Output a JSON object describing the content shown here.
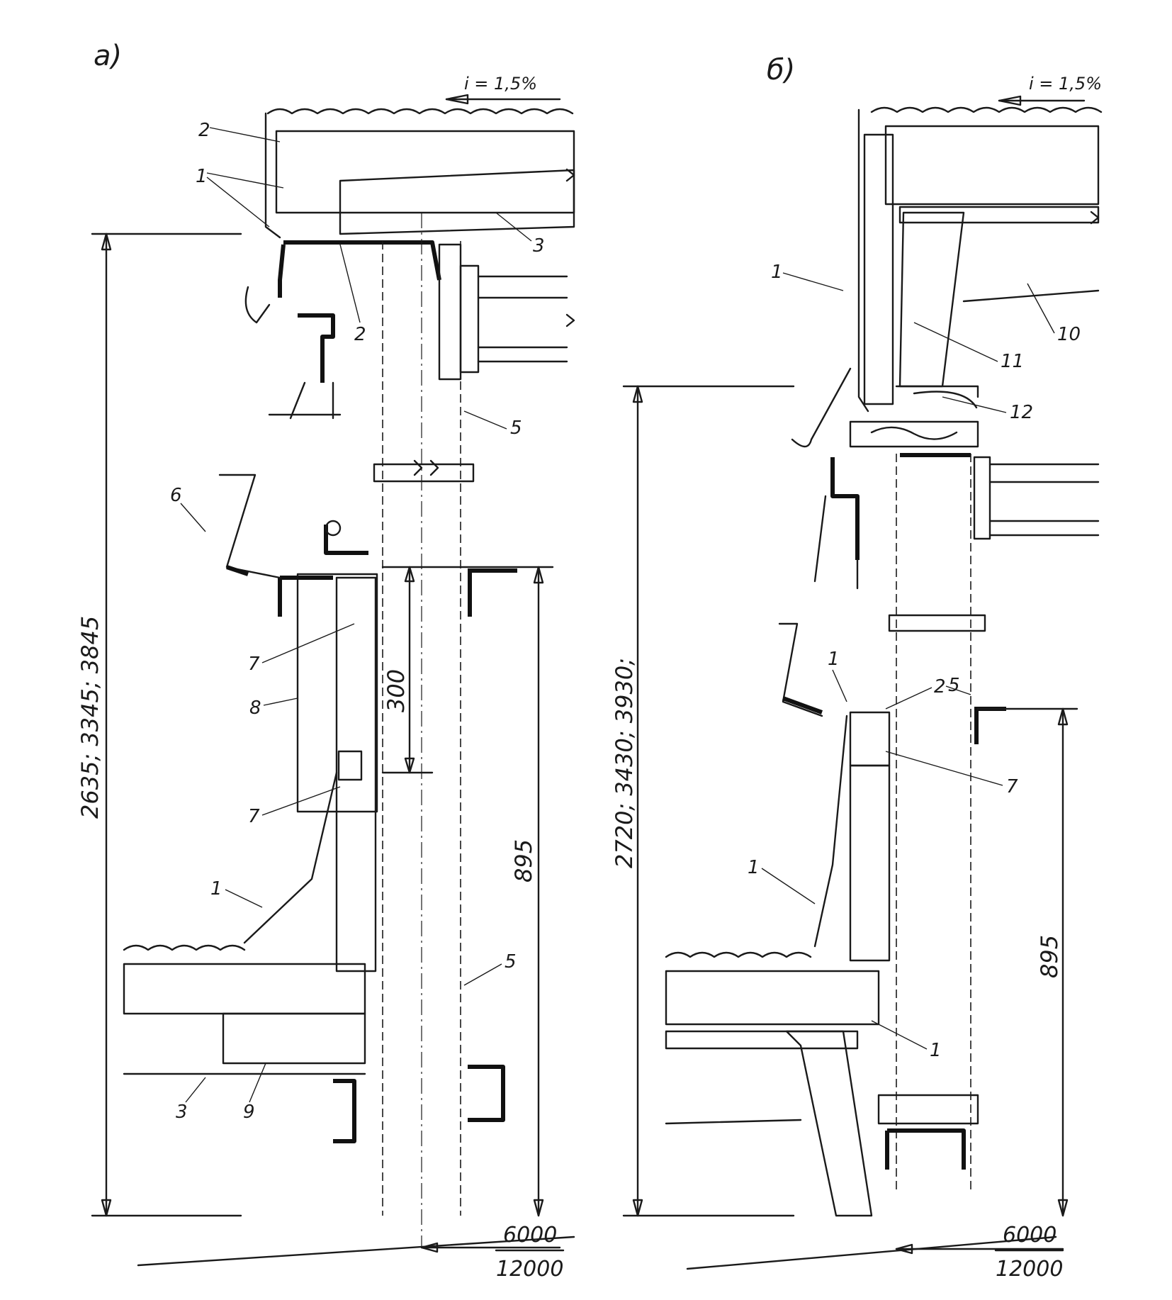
{
  "panels": [
    {
      "label": "а)",
      "slope": "i = 1,5%",
      "overall_dimension": "2635; 3345; 3845",
      "dim_parapet": "895",
      "dim_step": "300",
      "grid_ref": {
        "top": "6000",
        "bottom": "12000"
      },
      "callouts": [
        "1",
        "1",
        "1",
        "2",
        "2",
        "3",
        "3",
        "5",
        "5",
        "6",
        "7",
        "7",
        "8",
        "9"
      ]
    },
    {
      "label": "б)",
      "slope": "i = 1,5%",
      "overall_dimension": "2720; 3430; 3930;",
      "dim_parapet": "895",
      "grid_ref": {
        "top": "6000",
        "bottom": "12000"
      },
      "callouts": [
        "1",
        "1",
        "1",
        "1",
        "2",
        "5",
        "7",
        "10",
        "11",
        "12"
      ]
    }
  ],
  "colors": {
    "ink": "#1a1a1a",
    "paper": "#ffffff"
  }
}
